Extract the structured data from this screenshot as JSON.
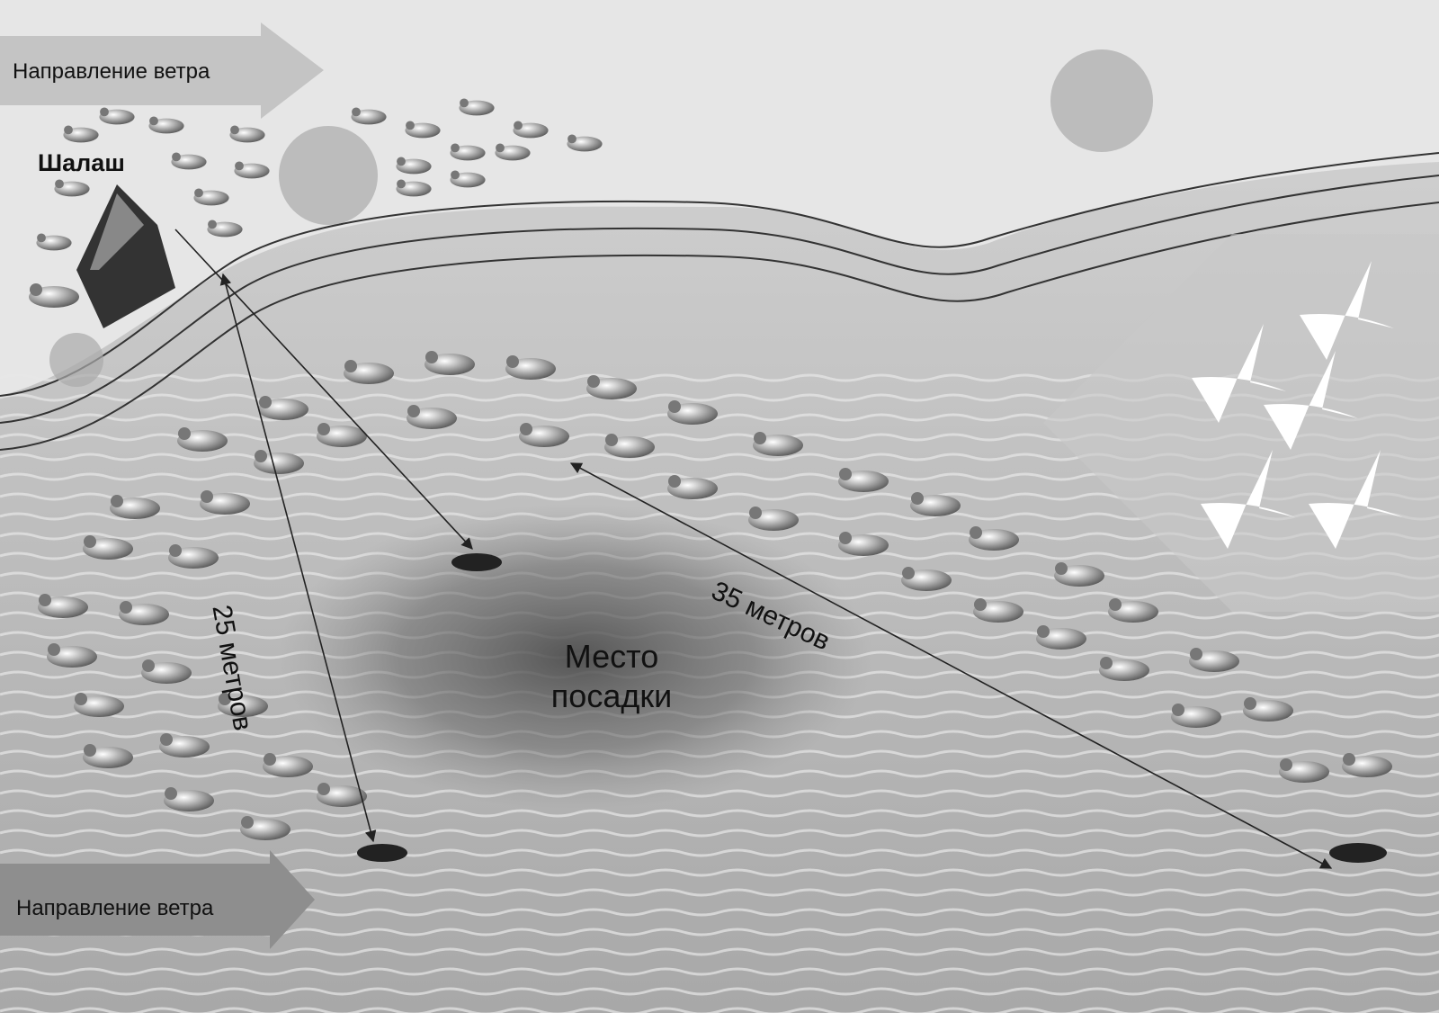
{
  "labels": {
    "wind_direction_top": "Направление ветра",
    "wind_direction_bottom": "Направление ветра",
    "hut": "Шалаш",
    "distance_25": "25 метров",
    "distance_35": "35 метров",
    "landing_line1": "Место",
    "landing_line2": "посадки"
  },
  "colors": {
    "water": "#b8b8b8",
    "shore": "#e2e2e2",
    "landing_zone": "#5a5a5a",
    "arrow": "#9a9a9a",
    "line": "#222222"
  }
}
